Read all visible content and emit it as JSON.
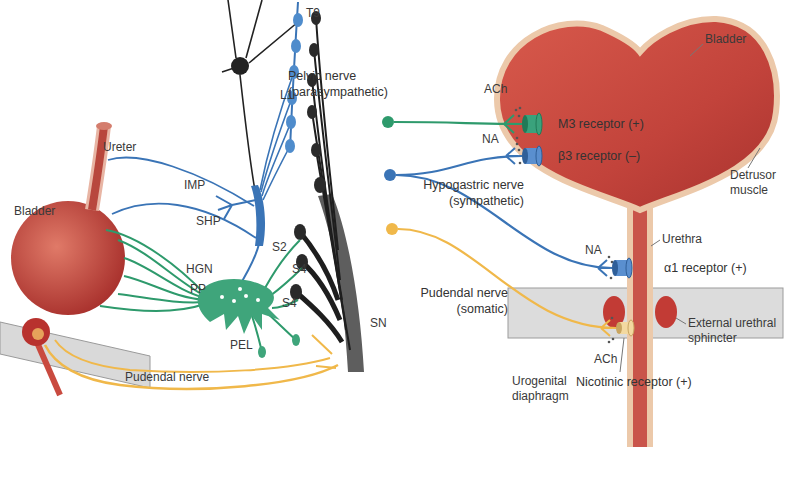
{
  "diagram": {
    "nodes": [
      {
        "text": [
          "Pelvic nerve (parasympathetic)"
        ]
      },
      {
        "text": [
          "M3 receptor (+)"
        ]
      },
      {
        "text": [
          "Hypogastric nerve (sympathetic)"
        ]
      },
      {
        "text": [
          "β3 receptor (–)"
        ]
      },
      {
        "text": [
          "α1 receptor (+)"
        ]
      },
      {
        "text": [
          "Pudendal nerve (somatic)"
        ]
      },
      {
        "text": [
          "Nicotinic receptor (+)"
        ]
      }
    ],
    "edges": [
      {
        "from": 0,
        "to": 1,
        "arrow": "none"
      },
      {
        "from": 2,
        "to": 3,
        "arrow": "none"
      },
      {
        "from": 2,
        "to": 4,
        "arrow": "none"
      },
      {
        "from": 5,
        "to": 6,
        "arrow": "none"
      }
    ],
    "labels": [
      "T9",
      "L1",
      "IMP",
      "SHP",
      "Ureter",
      "Bladder",
      "HGN",
      "PP",
      "S2",
      "S4",
      "S4",
      "SN",
      "PEL",
      "Pudendal nerve",
      "Bladder",
      "ACh",
      "NA",
      "Detrusor muscle",
      "Urethra",
      "NA",
      "External urethral sphincter",
      "Urogenital diaphragm",
      "ACh"
    ]
  }
}
